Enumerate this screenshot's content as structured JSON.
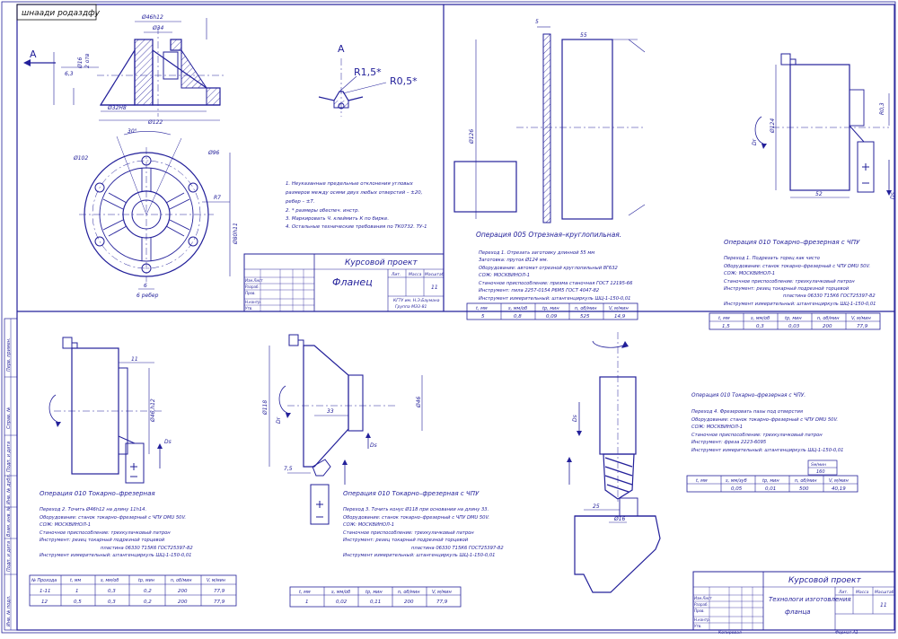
{
  "drawing": {
    "top_left_stamp": "шнаади родаздфу",
    "view_a": "A",
    "part": {
      "dim_d46h12": "Ø46h12",
      "dim_d34": "Ø34",
      "dim_d16": "Ø16",
      "dim_2otv": "2 отв",
      "dim_d122": "Ø122",
      "dim_d32h18": "Ø32H8",
      "dim_63": "6,3",
      "dim_d30": "30°",
      "dim_d96": "Ø96",
      "dim_d102": "Ø102",
      "dim_d80": "Ø80h11",
      "dim_r7": "R7",
      "dim_b": "6",
      "dim_6rebr": "6 ребер",
      "detail_r15": "R1,5*",
      "detail_r05": "R0,5*"
    },
    "notes": [
      "1. Неуказанные предельные отклонения угловых",
      "размеров между осями двух любых отверстий – ±20,",
      "ребер – ±Т.",
      "2. * размеры обеспеч. инстр.",
      "3. Маркировать Ч. клеймить К по бирке.",
      "4. Остальные технические требования по ТК0732. ТУ-1"
    ],
    "title_block_1": {
      "course": "Курсовой проект",
      "name": "Фланец",
      "sheet": "11",
      "org": "КГТУ им. Н.Э.Баумана",
      "group": "Группа МЭ3-81",
      "cols": [
        "Лит.",
        "Масса",
        "Масштаб"
      ],
      "rows": [
        "Изм.Лист",
        "Разраб.",
        "Пров.",
        "Н.контр.",
        "Утв."
      ]
    },
    "op005": {
      "title": "Операция 005 Отрезная–круглопильная.",
      "dim_5": "5",
      "dim_55": "55",
      "dim_d126": "Ø126",
      "lines": [
        "Переход 1. Отрезать заготовку длинной 55 мм",
        "Заготовка: пруток Ø124 мм.",
        "Оборудование: автомат отрезной круглопильный 8Г632",
        "СОЖ: МОСКВИНОЛ-1",
        "Станочное приспособление: призма станочная ГОСТ 12195-66",
        "Инструмент: пила 2257-0154 Р6М5 ГОСТ 4047-82",
        "Инструмент измерительный: штангенциркуль ШЦ-1-150-0,01"
      ],
      "table": {
        "headers": [
          "t, мм",
          "s, мм/об",
          "tр, мин",
          "n, об/мин",
          "V, м/мин"
        ],
        "row": [
          "5",
          "0,8",
          "0,09",
          "525",
          "14,9"
        ]
      }
    },
    "op010_a": {
      "title": "Операция 010 Токарно–фрезерная с ЧПУ",
      "dim_d124": "Ø124",
      "dim_r03": "R0,3",
      "dim_52": "52",
      "dr": "Dr",
      "ds": "Ds",
      "lines": [
        "Переход 1. Подрезать торец как чисто",
        "Оборудование: станок токарно–фрезерный с ЧПУ DMU 50V.",
        "СОЖ: МОСКВИНОЛ-1",
        "Станочное приспособление: трехкулачковый патрон",
        "Инструмент: резец токарный подрезной торцевой",
        "пластина 06330 Т15К6 ГОСТ25397-82",
        "Инструмент измерительный: штангенциркуль ШЦ-1-150-0,01"
      ],
      "table": {
        "headers": [
          "t, мм",
          "s, мм/об",
          "tр, мин",
          "n, об/мин",
          "V, м/мин"
        ],
        "row": [
          "1,5",
          "0,3",
          "0,03",
          "200",
          "77,9"
        ]
      }
    },
    "op010_b": {
      "title": "Операция 010 Токарно–фрезерная",
      "dim_11": "11",
      "dim_d46": "Ø46,h12",
      "ds": "Ds",
      "lines": [
        "Переход 2. Точить Ø46h12 на длину 11h14.",
        "Оборудование: станок токарно–фрезерный с ЧПУ DMU 50V.",
        "СОЖ: МОСКВИНОЛ-1",
        "Станочное приспособление: трехкулачковый патрон",
        "Инструмент: резец токарный подрезной торцевой",
        "пластина 06330 Т15К6 ГОСТ25397-82",
        "Инструмент измерительный: штангенциркуль ШЦ-1-150-0,01"
      ],
      "table": {
        "headers": [
          "№ Прохода",
          "t, мм",
          "s, мм/об",
          "tр, мин",
          "n, об/мин",
          "V, м/мин"
        ],
        "rows": [
          [
            "1-11",
            "1",
            "0,3",
            "0,2",
            "200",
            "77,9"
          ],
          [
            "12",
            "0,5",
            "0,3",
            "0,2",
            "200",
            "77,9"
          ]
        ]
      }
    },
    "op010_c": {
      "title": "Операция 010 Токарно–фрезерная с ЧПУ",
      "dim_d118": "Ø118",
      "dim_33": "33",
      "dim_d46": "Ø46",
      "dim_7": "7,5",
      "dr": "Dr",
      "ds": "Ds",
      "lines": [
        "Переход 3. Точить конус Ø118 при основании на длину 33.",
        "Оборудование: станок токарно–фрезерный с ЧПУ DMU 50V.",
        "СОЖ: МОСКВИНОЛ-1",
        "Станочное приспособление: трехкулачковый патрон",
        "Инструмент: резец токарный подрезной торцевой",
        "пластина 06330 Т15К6 ГОСТ25397-82",
        "Инструмент измерительный: штангенциркуль ШЦ-1-150-0,01"
      ],
      "table": {
        "headers": [
          "t, мм",
          "s, мм/об",
          "tр, мин",
          "n, об/мин",
          "V, м/мин"
        ],
        "row": [
          "1",
          "0,02",
          "0,11",
          "200",
          "77,9"
        ]
      }
    },
    "op010_d": {
      "title": "Операция 010 Токарно–фрезерная с ЧПУ.",
      "dim_25": "25",
      "dim_d16": "Ø16",
      "ds": "Ds",
      "lines": [
        "Переход 4. Фрезеровать пазы под отверстия",
        "Оборудование: станок токарно–фрезерный с ЧПУ DMU 50V.",
        "СОЖ: МОСКВИНОЛ-1",
        "Станочное приспособление: трехкулачковый патрон",
        "Инструмент: фреза 2223-6095",
        "Инструмент измерительный: штангенциркуль ШЦ-1-150-0,01"
      ],
      "table": {
        "headers": [
          "t, мм",
          "s, мм/зуб",
          "tр, мин",
          "n, об/мин",
          "V, м/мин"
        ],
        "extra_head": "Sм/мин",
        "extra_val": "160",
        "row": [
          "",
          "0,05",
          "0,01",
          "500",
          "40,19"
        ]
      }
    },
    "title_block_2": {
      "course": "Курсовой проект",
      "name_line1": "Технологи изготовления",
      "name_line2": "фланца",
      "sheet": "11",
      "cols": [
        "Лит.",
        "Масса",
        "Масштаб"
      ],
      "rows": [
        "Изм.Лист",
        "Разраб.",
        "Пров.",
        "Н.контр.",
        "Утв."
      ]
    },
    "bottom": {
      "copied": "Копировал",
      "format": "Формат   А1"
    },
    "left_strip": [
      "Перв. примен.",
      "Справ. №",
      "Подп. и дата",
      "Инв. № дубл.",
      "Взам. инв. №",
      "Подп. и дата",
      "Инв. № подл."
    ]
  }
}
